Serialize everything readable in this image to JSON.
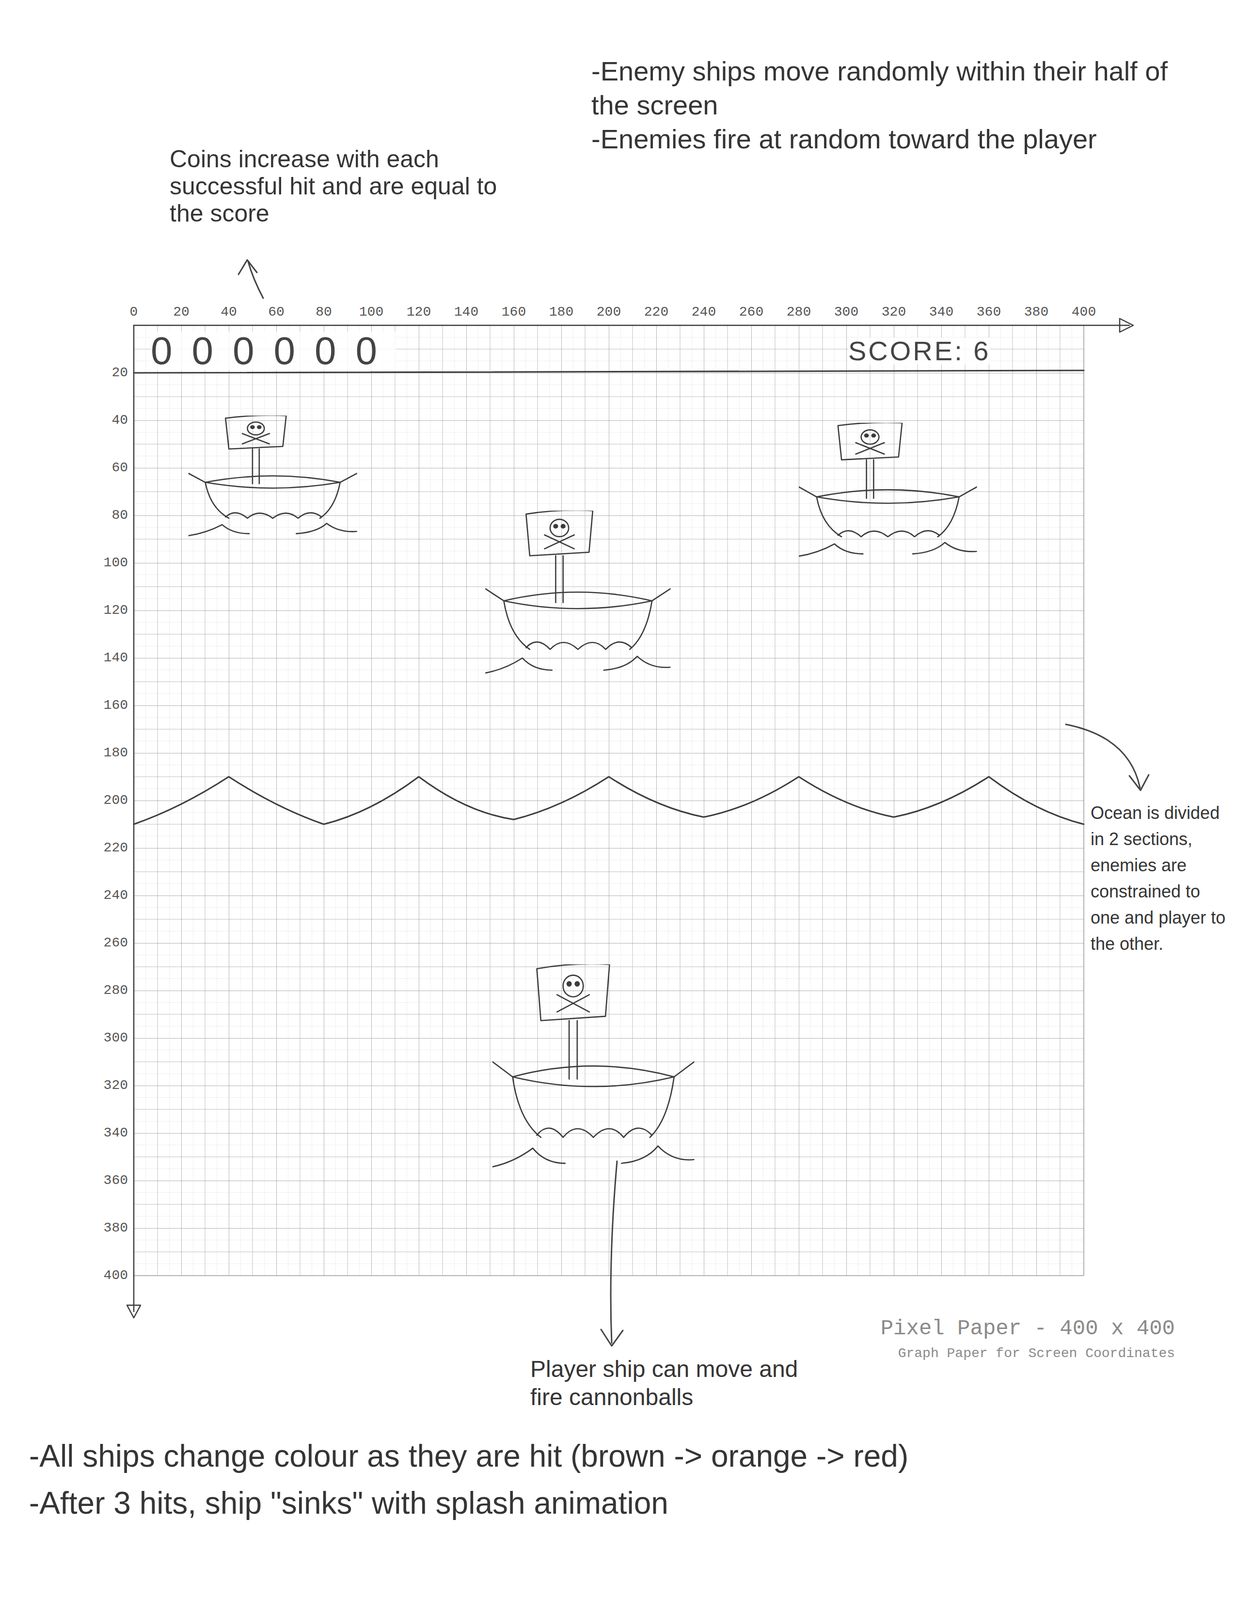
{
  "diagram": {
    "labels": [
      "-Enemy ships move randomly within their half of the screen",
      "-Enemies fire at random toward the player",
      "Coins increase with each successful hit and are equal to the score",
      "0",
      "20",
      "40",
      "60",
      "80",
      "100",
      "120",
      "140",
      "160",
      "180",
      "200",
      "220",
      "240",
      "260",
      "280",
      "300",
      "320",
      "340",
      "360",
      "380",
      "400",
      "000000",
      "SCORE: 6",
      "20",
      "40",
      "60",
      "80",
      "100",
      "120",
      "140",
      "160",
      "180",
      "200",
      "220",
      "240",
      "260",
      "280",
      "300",
      "320",
      "340",
      "360",
      "380",
      "400",
      "Ocean is divided in 2 sections, enemies are constrained to one and player to the other.",
      "Player ship can move and fire cannonballs",
      "Pixel Paper - 400 x 400",
      "Graph Paper for Screen Coordinates",
      "-All ships change colour as they are hit (brown -> orange -> red)",
      "-After 3 hits, ship \"sinks\" with splash animation"
    ]
  }
}
